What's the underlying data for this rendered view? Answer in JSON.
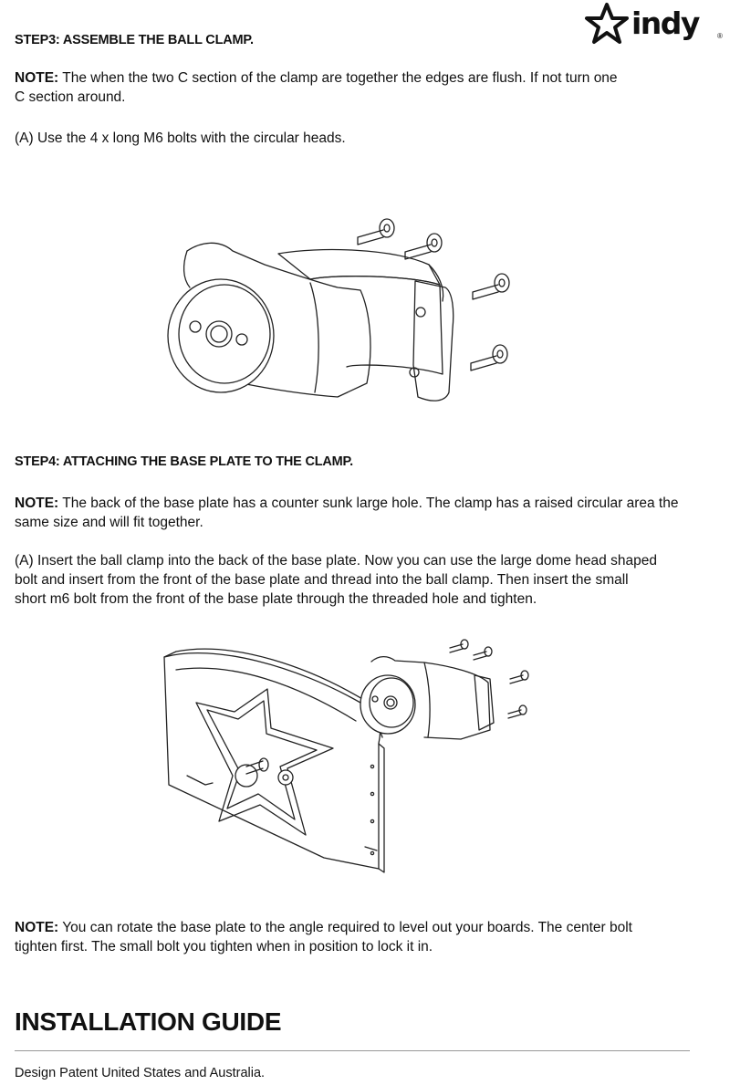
{
  "brand": {
    "name": "indy",
    "registered": "®"
  },
  "step3": {
    "heading": "STEP3:  ASSEMBLE THE BALL CLAMP.",
    "note_label": "NOTE:",
    "note_line1": " The when the two C section of the clamp are together the edges are flush. If not turn one",
    "note_line2": "C section around.",
    "instruction": "(A) Use the 4 x long M6 bolts with the circular heads."
  },
  "step4": {
    "heading": "STEP4:  ATTACHING THE BASE PLATE TO THE CLAMP.",
    "note_label": "NOTE:",
    "note_line1": "  The back of the base plate has a counter sunk large hole. The clamp has a raised circular area the",
    "note_line2": "same size and will fit together.",
    "instruction_line1": "(A) Insert the ball clamp into the back of the base plate.  Now you can use the large dome head shaped",
    "instruction_line2": "bolt and insert from the front of the base plate and thread into the ball clamp.  Then insert the small",
    "instruction_line3": "short m6 bolt from the front of the base plate through the threaded hole and tighten."
  },
  "final_note": {
    "label": "NOTE:",
    "line1": "  You can rotate the base plate to the angle required to level out your boards.  The center bolt",
    "line2": "tighten first.  The small bolt you tighten when in position to lock it in."
  },
  "guide_title": "INSTALLATION GUIDE",
  "footer": "Design Patent United States and Australia."
}
